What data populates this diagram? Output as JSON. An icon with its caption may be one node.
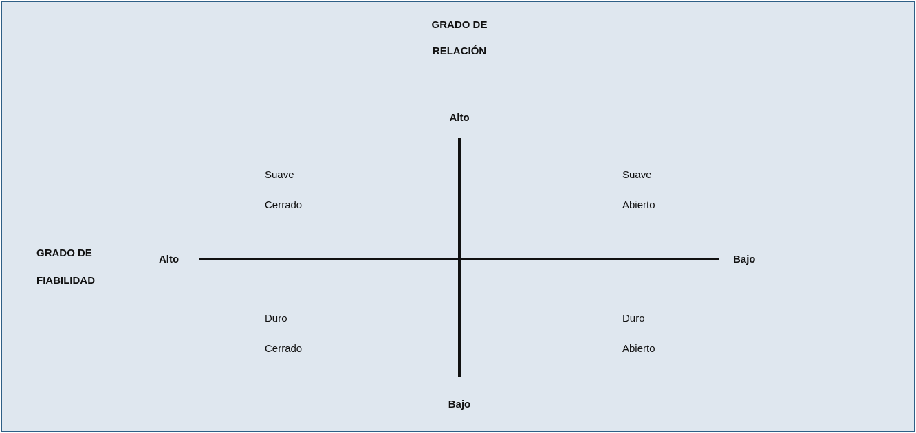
{
  "diagram": {
    "labels": [
      "GRADO DE RELACIÓN",
      "Alto",
      "Suave Cerrado",
      "Suave Abierto",
      "GRADO DE FIABILIDAD",
      "Alto",
      "Bajo",
      "Duro Cerrado",
      "Duro Abierto",
      "Bajo"
    ]
  }
}
